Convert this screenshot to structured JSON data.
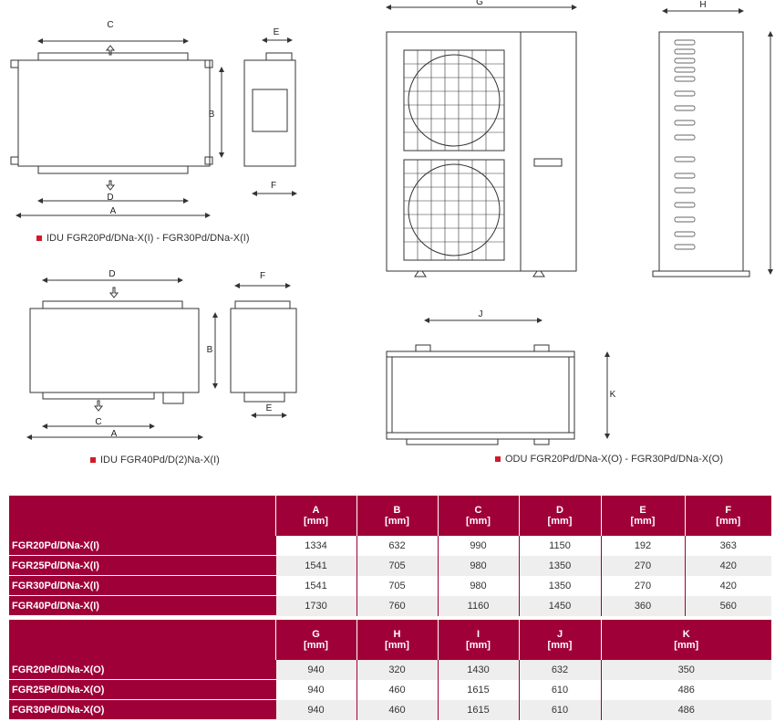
{
  "diagrams": {
    "idu1": {
      "caption": "IDU FGR20Pd/DNa-X(I) - FGR30Pd/DNa-X(I)",
      "labels": {
        "a": "A",
        "b": "B",
        "c": "C",
        "d": "D",
        "e": "E",
        "f": "F"
      }
    },
    "idu2": {
      "caption": "IDU FGR40Pd/D(2)Na-X(I)",
      "labels": {
        "a": "A",
        "b": "B",
        "c": "C",
        "d": "D",
        "e": "E",
        "f": "F"
      }
    },
    "odu": {
      "caption": "ODU FGR20Pd/DNa-X(O) - FGR30Pd/DNa-X(O)",
      "labels": {
        "g": "G",
        "h": "H",
        "j": "J",
        "k": "K"
      }
    }
  },
  "accent_color": "#a00038",
  "table_indoor": {
    "columns": [
      {
        "letter": "A",
        "unit": "[mm]"
      },
      {
        "letter": "B",
        "unit": "[mm]"
      },
      {
        "letter": "C",
        "unit": "[mm]"
      },
      {
        "letter": "D",
        "unit": "[mm]"
      },
      {
        "letter": "E",
        "unit": "[mm]"
      },
      {
        "letter": "F",
        "unit": "[mm]"
      }
    ],
    "rows": [
      {
        "model": "FGR20Pd/DNa-X(I)",
        "values": [
          "1334",
          "632",
          "990",
          "1150",
          "192",
          "363"
        ]
      },
      {
        "model": "FGR25Pd/DNa-X(I)",
        "values": [
          "1541",
          "705",
          "980",
          "1350",
          "270",
          "420"
        ]
      },
      {
        "model": "FGR30Pd/DNa-X(I)",
        "values": [
          "1541",
          "705",
          "980",
          "1350",
          "270",
          "420"
        ]
      },
      {
        "model": "FGR40Pd/DNa-X(I)",
        "values": [
          "1730",
          "760",
          "1160",
          "1450",
          "360",
          "560"
        ]
      }
    ]
  },
  "table_outdoor": {
    "columns": [
      {
        "letter": "G",
        "unit": "[mm]"
      },
      {
        "letter": "H",
        "unit": "[mm]"
      },
      {
        "letter": "I",
        "unit": "[mm]"
      },
      {
        "letter": "J",
        "unit": "[mm]"
      },
      {
        "letter": "K",
        "unit": "[mm]"
      }
    ],
    "rows": [
      {
        "model": "FGR20Pd/DNa-X(O)",
        "values": [
          "940",
          "320",
          "1430",
          "632",
          "350"
        ]
      },
      {
        "model": "FGR25Pd/DNa-X(O)",
        "values": [
          "940",
          "460",
          "1615",
          "610",
          "486"
        ]
      },
      {
        "model": "FGR30Pd/DNa-X(O)",
        "values": [
          "940",
          "460",
          "1615",
          "610",
          "486"
        ]
      }
    ]
  }
}
